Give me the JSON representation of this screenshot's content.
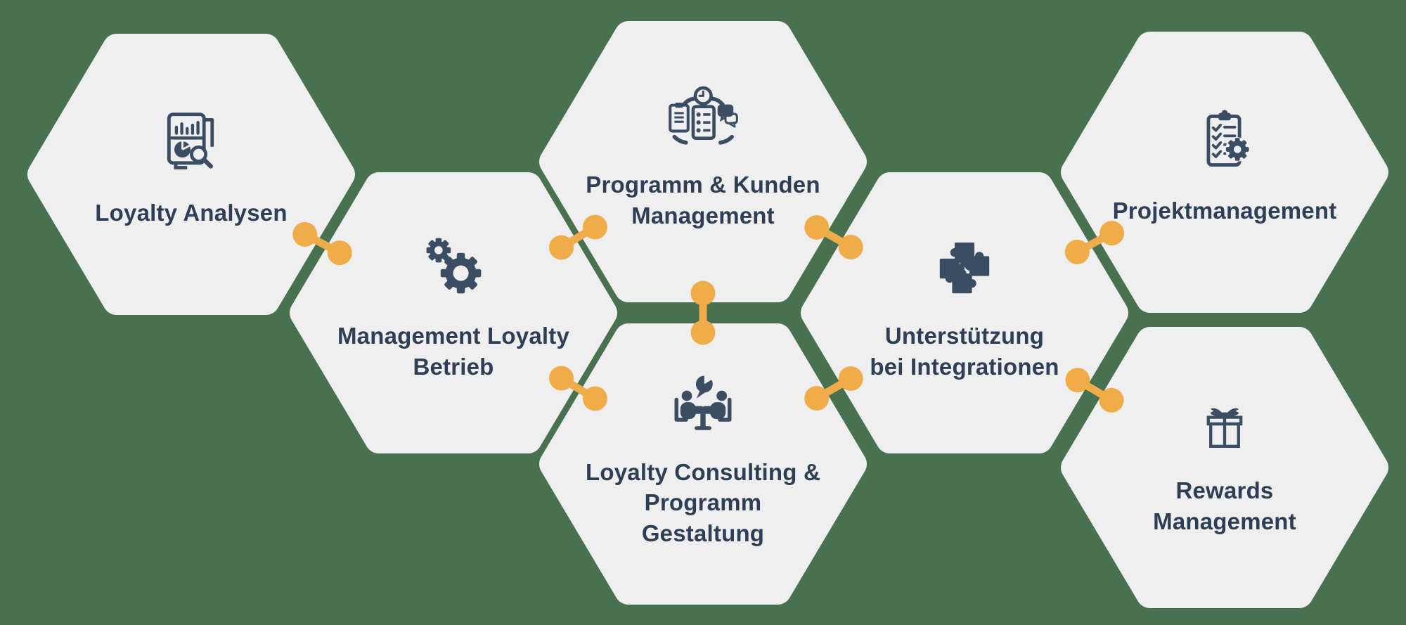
{
  "title": "Loyalty Services Hexagon Diagram",
  "colors": {
    "background": "#48714F",
    "hexagon": "#EFEFEF",
    "label": "#2D3E56",
    "icon": "#3A4D63",
    "connector": "#EFAC49"
  },
  "hexagons": [
    {
      "label": "Loyalty Analysen",
      "icon": "analysis-report-icon"
    },
    {
      "label": "Management Loyalty\nBetrieb",
      "icon": "gears-icon"
    },
    {
      "label": "Programm & Kunden\nManagement",
      "icon": "program-schedule-icon"
    },
    {
      "label": "Loyalty Consulting &\nProgramm\nGestaltung",
      "icon": "consulting-meeting-icon"
    },
    {
      "label": "Unterstützung\nbei Integrationen",
      "icon": "puzzle-integration-icon"
    },
    {
      "label": "Projektmanagement",
      "icon": "checklist-gear-icon"
    },
    {
      "label": "Rewards\nManagement",
      "icon": "gift-icon"
    }
  ],
  "connectors": [
    {
      "from": 0,
      "to": 1
    },
    {
      "from": 1,
      "to": 2
    },
    {
      "from": 1,
      "to": 3
    },
    {
      "from": 2,
      "to": 3
    },
    {
      "from": 2,
      "to": 4
    },
    {
      "from": 3,
      "to": 4
    },
    {
      "from": 4,
      "to": 5
    },
    {
      "from": 4,
      "to": 6
    }
  ]
}
